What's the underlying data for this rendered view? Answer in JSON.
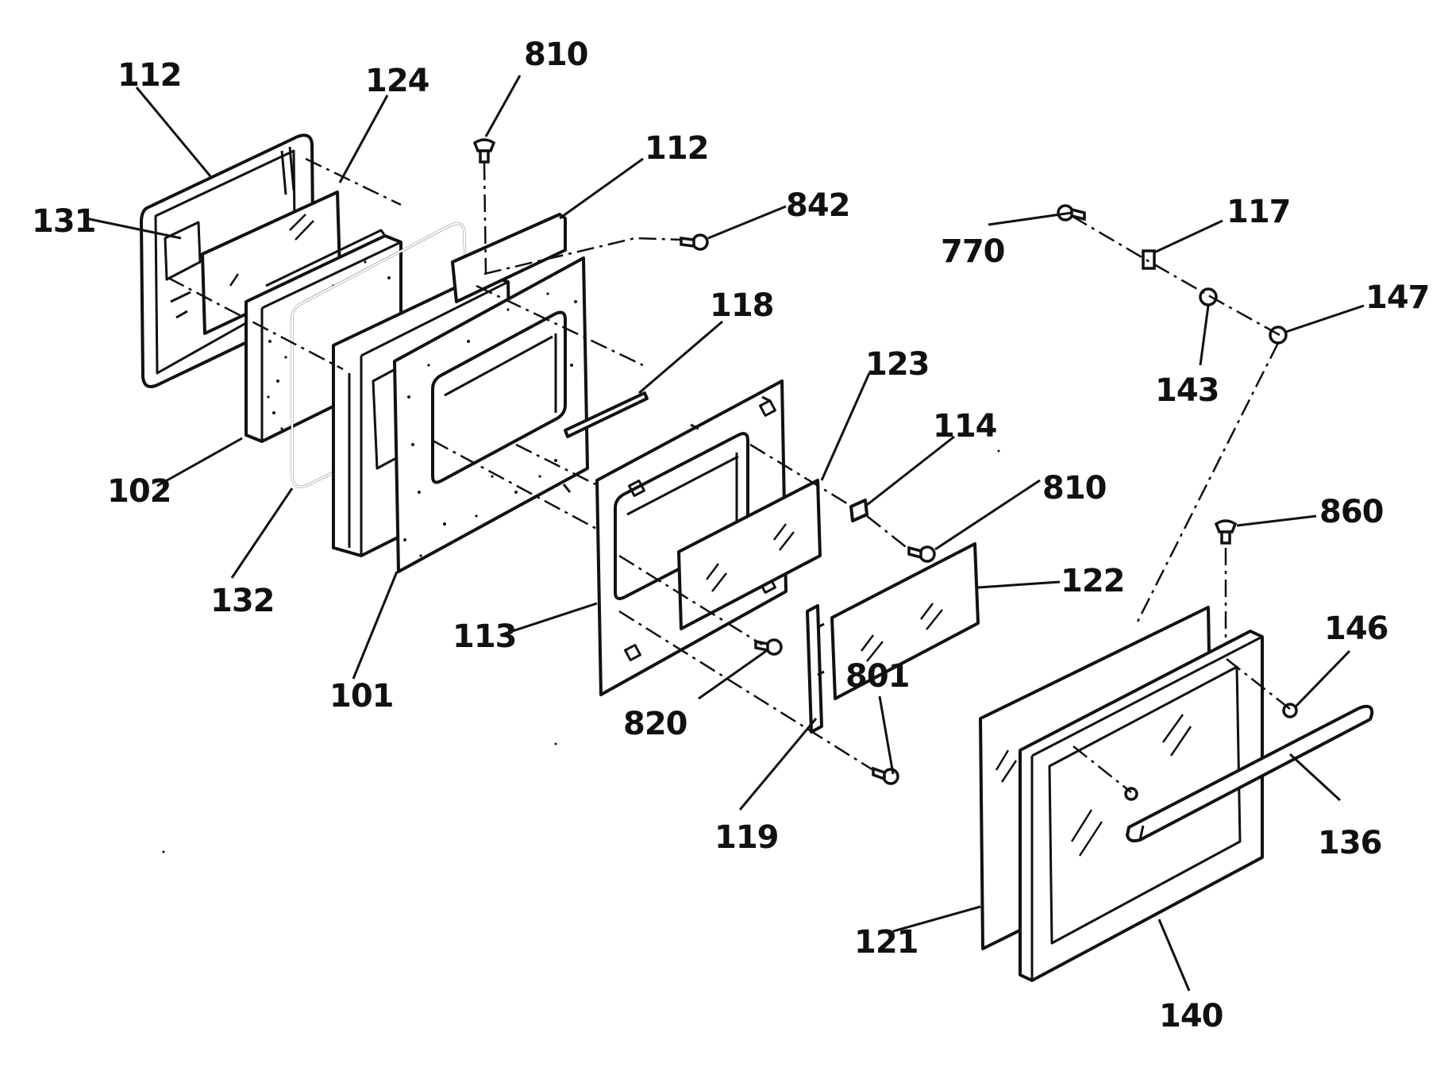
{
  "callouts": {
    "c112a": "112",
    "c124": "124",
    "c131": "131",
    "c810a": "810",
    "c112b": "112",
    "c842": "842",
    "c118": "118",
    "c102": "102",
    "c132": "132",
    "c101": "101",
    "c123": "123",
    "c114": "114",
    "c810b": "810",
    "c122": "122",
    "c113": "113",
    "c820": "820",
    "c801": "801",
    "c119": "119",
    "c770": "770",
    "c117": "117",
    "c143": "143",
    "c147": "147",
    "c860": "860",
    "c146": "146",
    "c136": "136",
    "c121": "121",
    "c140": "140"
  }
}
